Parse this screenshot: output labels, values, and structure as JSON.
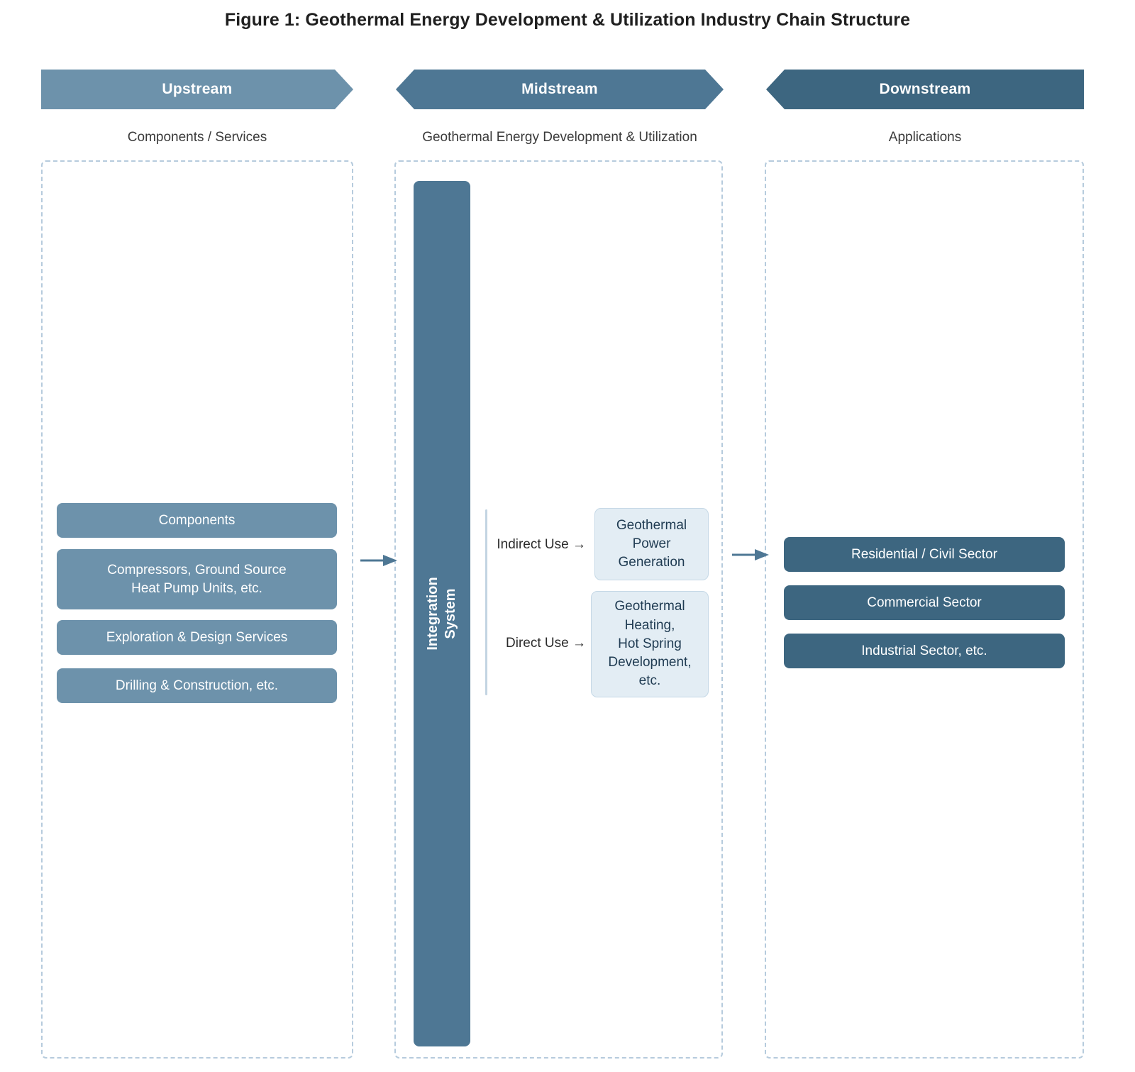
{
  "figure": {
    "title": "Figure 1: Geothermal Energy Development & Utilization Industry Chain Structure"
  },
  "colors": {
    "upstream": "#6d92ab",
    "midstream": "#4e7794",
    "downstream": "#3d6680",
    "light_box_fill": "#e3edf4",
    "light_box_text": "#1f3b52",
    "lane_border": "#b6cbdd",
    "arrow": "#4e7794",
    "title_text": "#1f1f1f"
  },
  "stages": {
    "upstream": {
      "banner": "Upstream",
      "subtitle": "Components / Services",
      "items": [
        {
          "label": "Components"
        },
        {
          "label": "Compressors, Ground Source\nHeat Pump Units, etc."
        },
        {
          "label": "Exploration & Design Services"
        },
        {
          "label": "Drilling & Construction, etc."
        }
      ]
    },
    "midstream": {
      "banner": "Midstream",
      "subtitle": "Geothermal Energy Development & Utilization",
      "integration": {
        "line1": "Integration",
        "line2": "System"
      },
      "branches": [
        {
          "use_label": "Indirect Use →",
          "target": "Geothermal\nPower\nGeneration"
        },
        {
          "use_label": "Direct Use →",
          "target": "Geothermal\nHeating,\nHot Spring\nDevelopment,\netc."
        }
      ]
    },
    "downstream": {
      "banner": "Downstream",
      "subtitle": "Applications",
      "items": [
        {
          "label": "Residential / Civil Sector"
        },
        {
          "label": "Commercial Sector"
        },
        {
          "label": "Industrial Sector, etc."
        }
      ]
    }
  },
  "connectors": [
    {
      "name": "upstream-to-midstream",
      "icon": "arrow-right-icon"
    },
    {
      "name": "midstream-to-downstream",
      "icon": "arrow-right-icon"
    }
  ]
}
